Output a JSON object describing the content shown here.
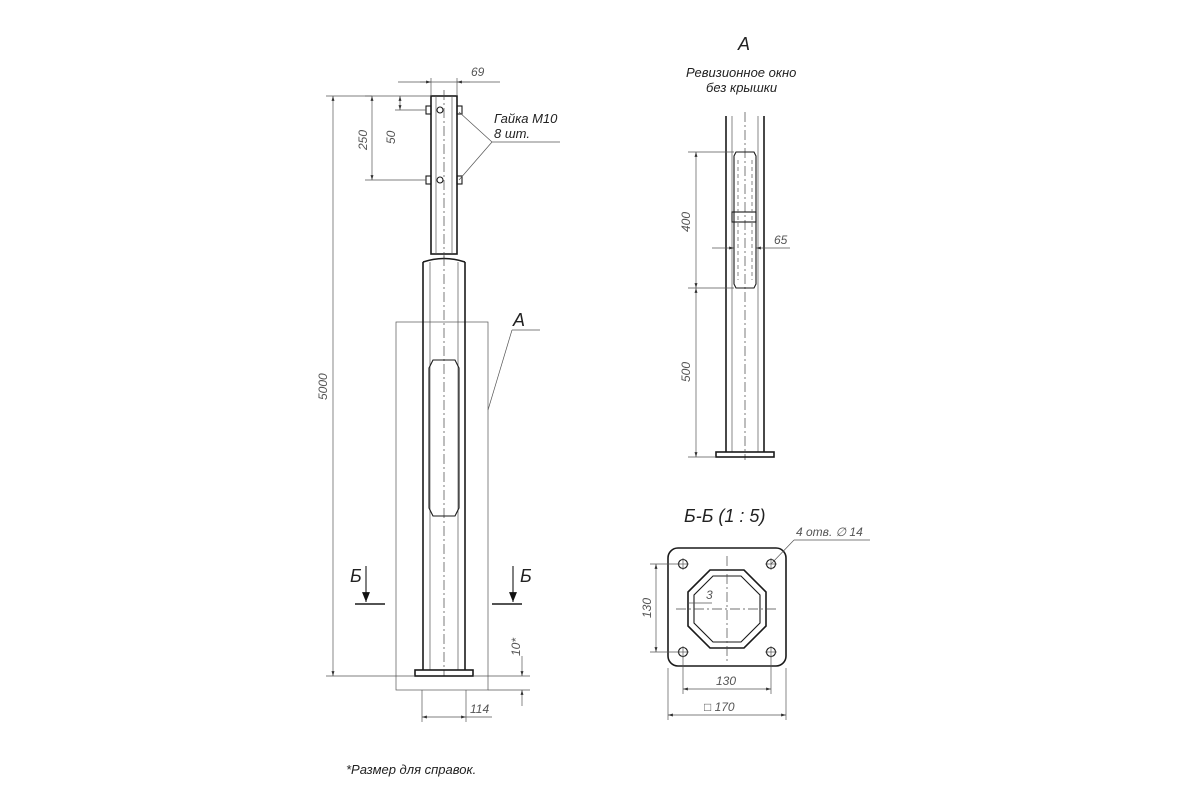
{
  "main_view": {
    "dims": {
      "top_width": "69",
      "h_250": "250",
      "h_50": "50",
      "total_height": "5000",
      "bottom_gap": "10*",
      "base_width": "114"
    },
    "note_nut_line1": "Гайка М10",
    "note_nut_line2": "8 шт.",
    "callout_a": "А",
    "section_mark": "Б"
  },
  "detail_a": {
    "title": "А",
    "subtitle_line1": "Ревизионное окно",
    "subtitle_line2": "без крышки",
    "dims": {
      "window_height": "400",
      "window_width": "65",
      "lower_height": "500"
    }
  },
  "section_bb": {
    "title": "Б-Б (1 : 5)",
    "holes_note": "4 отв. ∅ 14",
    "dims": {
      "vert_130": "130",
      "horiz_130": "130",
      "thickness": "3",
      "plate": "□ 170"
    }
  },
  "footnote": "*Размер для справок."
}
